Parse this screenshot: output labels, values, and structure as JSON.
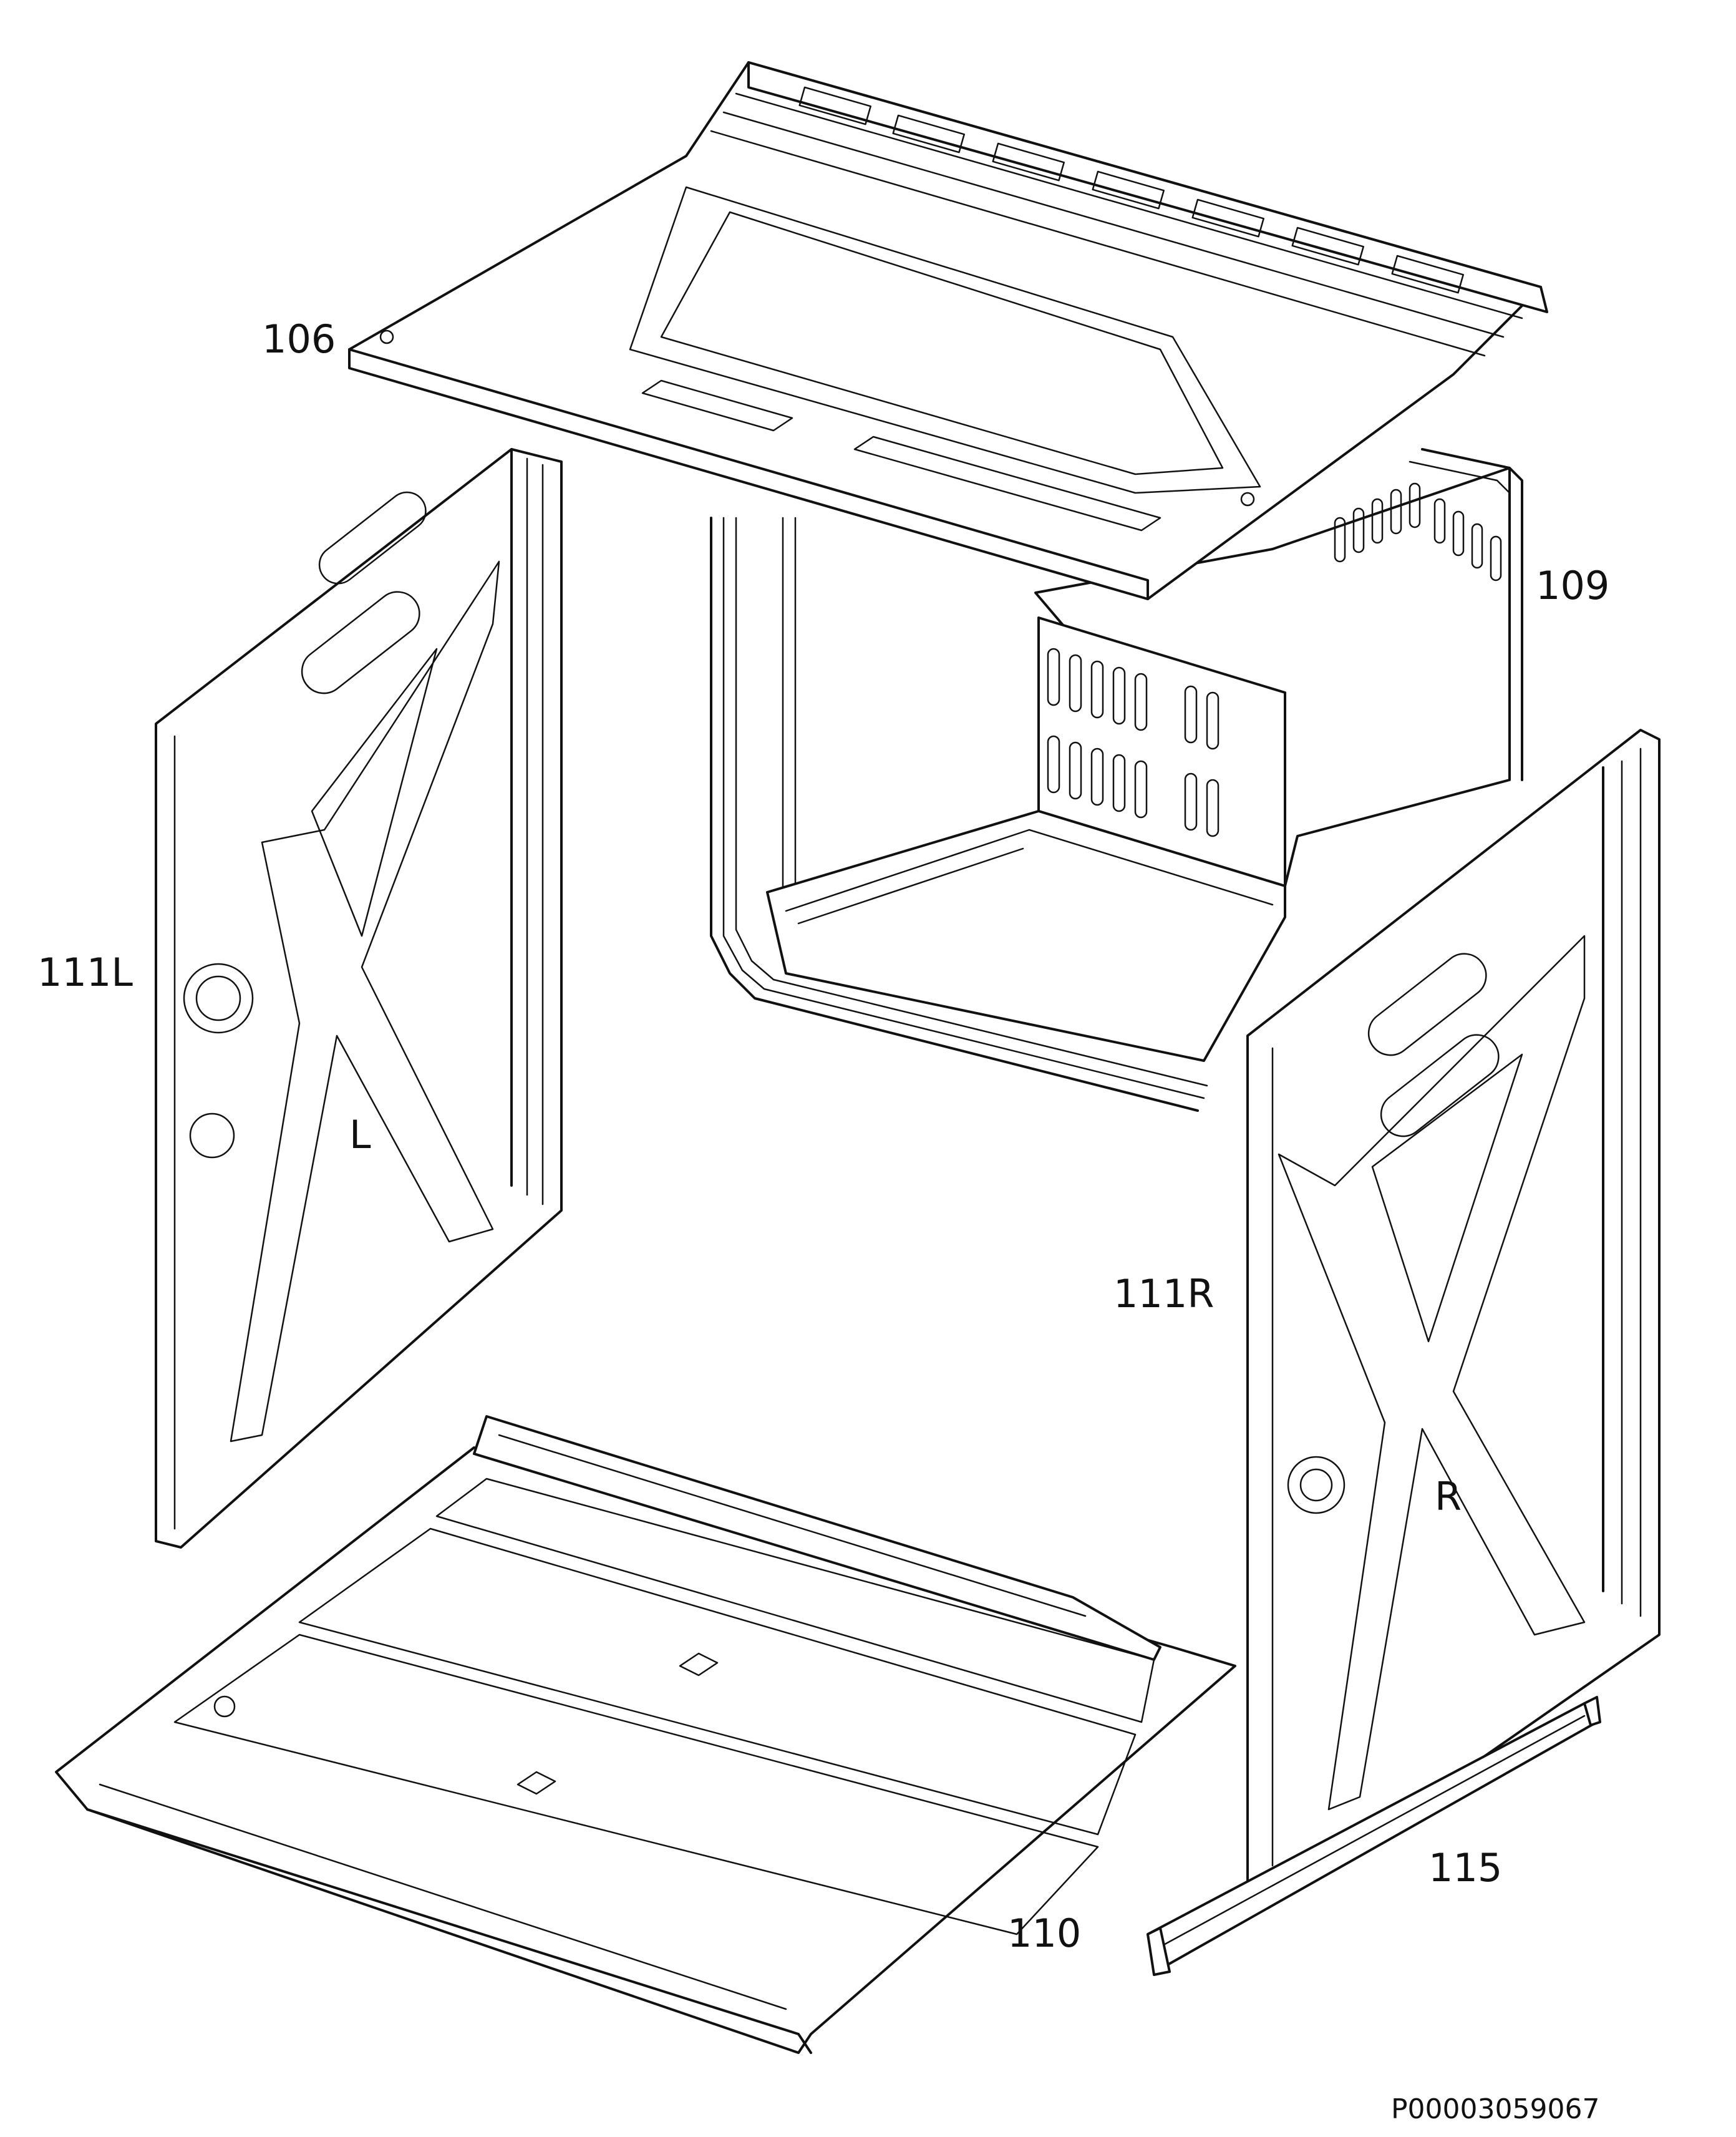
{
  "parts": [
    {
      "id": "top-panel",
      "label": "106"
    },
    {
      "id": "rear-panel",
      "label": "109"
    },
    {
      "id": "left-side-panel",
      "label": "111L"
    },
    {
      "id": "right-side-panel",
      "label": "111R"
    },
    {
      "id": "bottom-panel",
      "label": "110"
    },
    {
      "id": "rail",
      "label": "115"
    }
  ],
  "document_code": "P00003059067",
  "side_markings": {
    "left": "L",
    "right": "R"
  }
}
